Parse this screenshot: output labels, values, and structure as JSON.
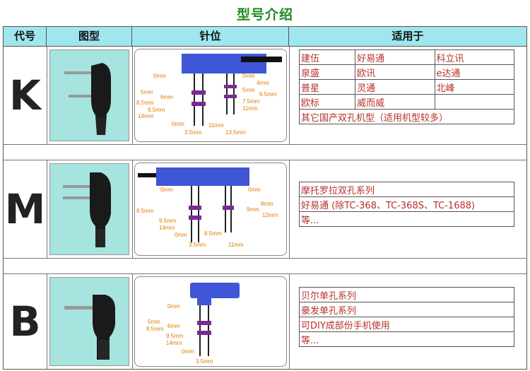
{
  "title": "型号介绍",
  "headers": {
    "code": "代号",
    "image": "图型",
    "pins": "针位",
    "usage": "适用于"
  },
  "rows": {
    "k": {
      "code": "K",
      "usage_grid": [
        [
          "建伍",
          "好易通",
          "科立讯"
        ],
        [
          "泉盛",
          "欧讯",
          "e达通"
        ],
        [
          "普星",
          "灵通",
          "北峰"
        ],
        [
          "欧标",
          "威而威",
          ""
        ]
      ],
      "usage_wide": "其它国产双孔机型（适用机型较多）",
      "labels": {
        "l0": "0mm",
        "l5": "5mm",
        "l6": "6mm",
        "l85": "8.5mm",
        "l95": "9.5mm",
        "l14": "14mm",
        "lb0": "0mm",
        "lb35": "3.5mm",
        "r0": "0mm",
        "r4": "4mm",
        "r5": "5mm",
        "r65": "6.5mm",
        "r75": "7.5mm",
        "r11": "11mm",
        "rb11": "11mm",
        "rb135": "13.5mm"
      }
    },
    "m": {
      "code": "M",
      "usage": [
        "摩托罗拉双孔系列",
        "好易通 (除TC-368、TC-368S、TC-1688)",
        "等..."
      ],
      "labels": {
        "l0": "0mm",
        "l85": "8.5mm",
        "l95": "9.5mm",
        "l14": "14mm",
        "lb0": "0mm",
        "lb35": "3.5mm",
        "r0": "0mm",
        "r8": "8mm",
        "r9": "9mm",
        "r12": "12mm",
        "rb85": "8.5mm",
        "rb11": "11mm"
      }
    },
    "b": {
      "code": "B",
      "usage": [
        "贝尔单孔系列",
        "豪发单孔系列",
        "可DIY成部份手机使用",
        "等..."
      ],
      "labels": {
        "l0": "0mm",
        "l5": "5mm",
        "l85": "8.5mm",
        "l6": "6mm",
        "l95": "9.5mm",
        "l14": "14mm",
        "lb0": "0mm",
        "lb35": "3.5mm"
      }
    }
  },
  "colors": {
    "title": "#1f8a1f",
    "header_bg": "#9fe6ee",
    "plug_bg": "#a6e4df",
    "connector": "#3f56d6",
    "ring": "#7a2a92",
    "label": "#e07b00",
    "usage_text": "#b5302a"
  }
}
